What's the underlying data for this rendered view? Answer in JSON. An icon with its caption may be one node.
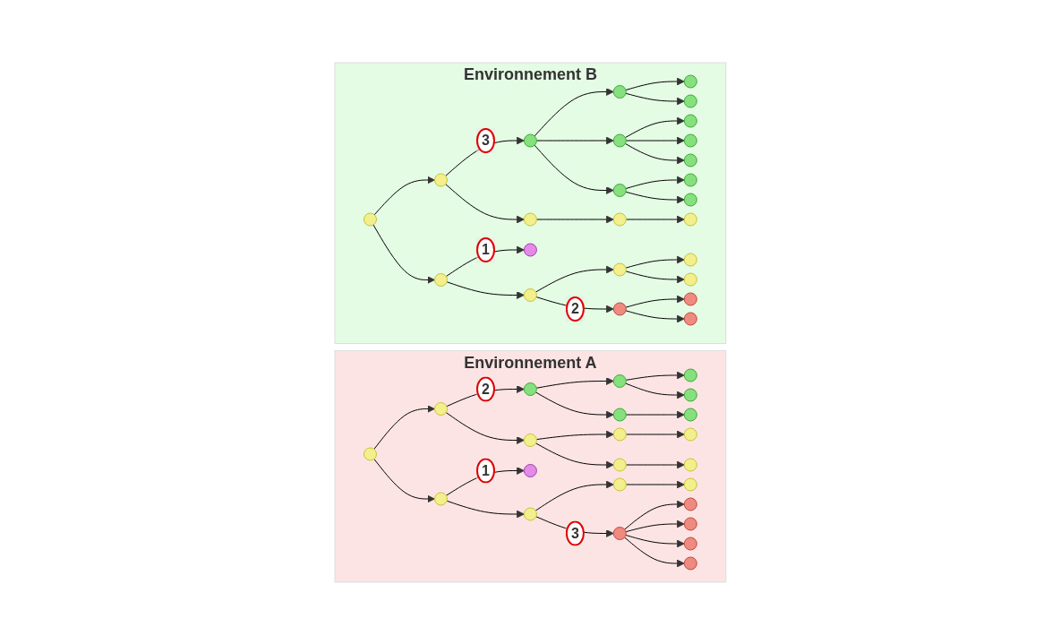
{
  "diagram": {
    "nodes": [
      {
        "text": [
          "Environnement A"
        ]
      },
      {
        "text": [],
        "shape": "circle",
        "in": 0
      },
      {
        "text": [],
        "shape": "circle",
        "in": 0
      },
      {
        "text": [],
        "shape": "circle",
        "in": 0
      },
      {
        "text": [],
        "shape": "circle",
        "in": 0
      },
      {
        "text": [],
        "shape": "circle",
        "in": 0
      },
      {
        "text": [],
        "shape": "circle",
        "in": 0
      },
      {
        "text": [],
        "shape": "circle",
        "in": 0
      },
      {
        "text": [],
        "shape": "circle",
        "in": 0
      },
      {
        "text": [],
        "shape": "circle",
        "in": 0
      },
      {
        "text": [],
        "shape": "circle",
        "in": 0
      },
      {
        "text": [],
        "shape": "circle",
        "in": 0
      },
      {
        "text": [],
        "shape": "circle",
        "in": 0
      },
      {
        "text": [],
        "shape": "circle",
        "in": 0
      },
      {
        "text": [],
        "shape": "circle",
        "in": 0
      },
      {
        "text": [],
        "shape": "circle",
        "in": 0
      },
      {
        "text": [],
        "shape": "circle",
        "in": 0
      },
      {
        "text": [],
        "shape": "circle",
        "in": 0
      },
      {
        "text": [],
        "shape": "circle",
        "in": 0
      },
      {
        "text": [],
        "shape": "circle",
        "in": 0
      },
      {
        "text": [],
        "shape": "circle",
        "in": 0
      },
      {
        "text": [],
        "shape": "circle",
        "in": 0
      },
      {
        "text": [],
        "shape": "circle",
        "in": 0
      },
      {
        "text": [],
        "shape": "circle",
        "in": 0
      },
      {
        "text": [
          "Environnement B"
        ]
      },
      {
        "text": [],
        "shape": "circle",
        "in": 24
      },
      {
        "text": [],
        "shape": "circle",
        "in": 24
      },
      {
        "text": [],
        "shape": "circle",
        "in": 24
      },
      {
        "text": [],
        "shape": "circle",
        "in": 24
      },
      {
        "text": [],
        "shape": "circle",
        "in": 24
      },
      {
        "text": [],
        "shape": "circle",
        "in": 24
      },
      {
        "text": [],
        "shape": "circle",
        "in": 24
      },
      {
        "text": [],
        "shape": "circle",
        "in": 24
      },
      {
        "text": [],
        "shape": "circle",
        "in": 24
      },
      {
        "text": [],
        "shape": "circle",
        "in": 24
      },
      {
        "text": [],
        "shape": "circle",
        "in": 24
      },
      {
        "text": [],
        "shape": "circle",
        "in": 24
      },
      {
        "text": [],
        "shape": "circle",
        "in": 24
      },
      {
        "text": [],
        "shape": "circle",
        "in": 24
      },
      {
        "text": [],
        "shape": "circle",
        "in": 24
      },
      {
        "text": [],
        "shape": "circle",
        "in": 24
      },
      {
        "text": [],
        "shape": "circle",
        "in": 24
      },
      {
        "text": [],
        "shape": "circle",
        "in": 24
      },
      {
        "text": [],
        "shape": "circle",
        "in": 24
      },
      {
        "text": [],
        "shape": "circle",
        "in": 24
      },
      {
        "text": [],
        "shape": "circle",
        "in": 24
      },
      {
        "text": [],
        "shape": "circle",
        "in": 24
      },
      {
        "text": [],
        "shape": "circle",
        "in": 24
      },
      {
        "text": [],
        "shape": "circle",
        "in": 24
      },
      {
        "text": [],
        "shape": "circle",
        "in": 24
      }
    ],
    "edges": [
      {
        "from": 1,
        "to": 2,
        "arrow": "to"
      },
      {
        "from": 1,
        "to": 3,
        "arrow": "to"
      },
      {
        "from": 2,
        "to": 4,
        "arrow": "to",
        "label": "2"
      },
      {
        "from": 2,
        "to": 5,
        "arrow": "to"
      },
      {
        "from": 3,
        "to": 6,
        "arrow": "to",
        "label": "1"
      },
      {
        "from": 3,
        "to": 7,
        "arrow": "to"
      },
      {
        "from": 4,
        "to": 8,
        "arrow": "to"
      },
      {
        "from": 4,
        "to": 9,
        "arrow": "to"
      },
      {
        "from": 5,
        "to": 10,
        "arrow": "to"
      },
      {
        "from": 5,
        "to": 11,
        "arrow": "to"
      },
      {
        "from": 7,
        "to": 12,
        "arrow": "to"
      },
      {
        "from": 7,
        "to": 13,
        "arrow": "to",
        "label": "3"
      },
      {
        "from": 8,
        "to": 14,
        "arrow": "to"
      },
      {
        "from": 8,
        "to": 15,
        "arrow": "to"
      },
      {
        "from": 9,
        "to": 16,
        "arrow": "to"
      },
      {
        "from": 10,
        "to": 17,
        "arrow": "to"
      },
      {
        "from": 11,
        "to": 18,
        "arrow": "to"
      },
      {
        "from": 12,
        "to": 19,
        "arrow": "to"
      },
      {
        "from": 13,
        "to": 20,
        "arrow": "to"
      },
      {
        "from": 13,
        "to": 21,
        "arrow": "to"
      },
      {
        "from": 13,
        "to": 22,
        "arrow": "to"
      },
      {
        "from": 13,
        "to": 23,
        "arrow": "to"
      },
      {
        "from": 25,
        "to": 26,
        "arrow": "to"
      },
      {
        "from": 25,
        "to": 27,
        "arrow": "to"
      },
      {
        "from": 26,
        "to": 28,
        "arrow": "to",
        "label": "3"
      },
      {
        "from": 26,
        "to": 29,
        "arrow": "to"
      },
      {
        "from": 27,
        "to": 30,
        "arrow": "to",
        "label": "1"
      },
      {
        "from": 27,
        "to": 31,
        "arrow": "to"
      },
      {
        "from": 28,
        "to": 32,
        "arrow": "to"
      },
      {
        "from": 28,
        "to": 33,
        "arrow": "to"
      },
      {
        "from": 28,
        "to": 34,
        "arrow": "to"
      },
      {
        "from": 29,
        "to": 35,
        "arrow": "to"
      },
      {
        "from": 31,
        "to": 36,
        "arrow": "to"
      },
      {
        "from": 31,
        "to": 37,
        "arrow": "to",
        "label": "2"
      },
      {
        "from": 32,
        "to": 38,
        "arrow": "to"
      },
      {
        "from": 32,
        "to": 39,
        "arrow": "to"
      },
      {
        "from": 33,
        "to": 40,
        "arrow": "to"
      },
      {
        "from": 33,
        "to": 41,
        "arrow": "to"
      },
      {
        "from": 33,
        "to": 42,
        "arrow": "to"
      },
      {
        "from": 34,
        "to": 43,
        "arrow": "to"
      },
      {
        "from": 34,
        "to": 44,
        "arrow": "to"
      },
      {
        "from": 35,
        "to": 45,
        "arrow": "to"
      },
      {
        "from": 36,
        "to": 46,
        "arrow": "to"
      },
      {
        "from": 36,
        "to": 47,
        "arrow": "to"
      },
      {
        "from": 37,
        "to": 48,
        "arrow": "to"
      },
      {
        "from": 37,
        "to": 49,
        "arrow": "to"
      }
    ]
  }
}
